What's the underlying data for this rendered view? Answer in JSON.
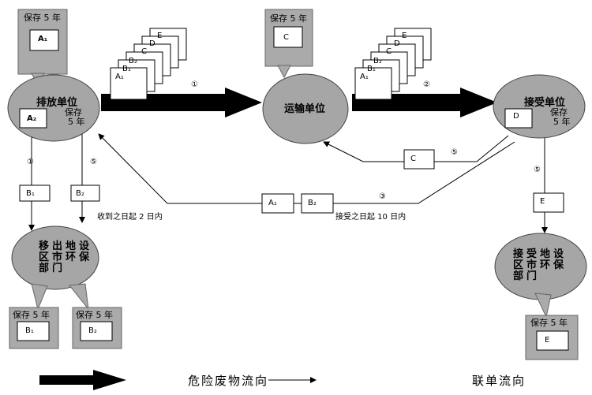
{
  "retention": "保存 5 年",
  "retention_stacked": [
    "保存",
    "5 年"
  ],
  "nodes": {
    "generator": "排放单位",
    "transporter": "运输单位",
    "receiver": "接受单位",
    "origin_dept": [
      "移",
      "出",
      "地",
      "设",
      "区",
      "市",
      "环",
      "保",
      "部",
      "门"
    ],
    "dest_dept": [
      "接",
      "受",
      "地",
      "设",
      "区",
      "市",
      "环",
      "保",
      "部",
      "门"
    ]
  },
  "docs": {
    "A1": "A₁",
    "A2": "A₂",
    "B1": "B₁",
    "B2": "B₂",
    "C": "C",
    "D": "D",
    "E": "E",
    "stack": [
      "E",
      "D",
      "C",
      "B₂",
      "B₁",
      "A₁"
    ]
  },
  "steps": {
    "s1": "①",
    "s2": "②",
    "s3": "③",
    "s5": "⑤"
  },
  "notes": {
    "within2": "收到之日起 2 日内",
    "within10": "接受之日起 10 日内"
  },
  "legend": {
    "waste_flow": "危险废物流向",
    "form_flow": "联单流向"
  }
}
